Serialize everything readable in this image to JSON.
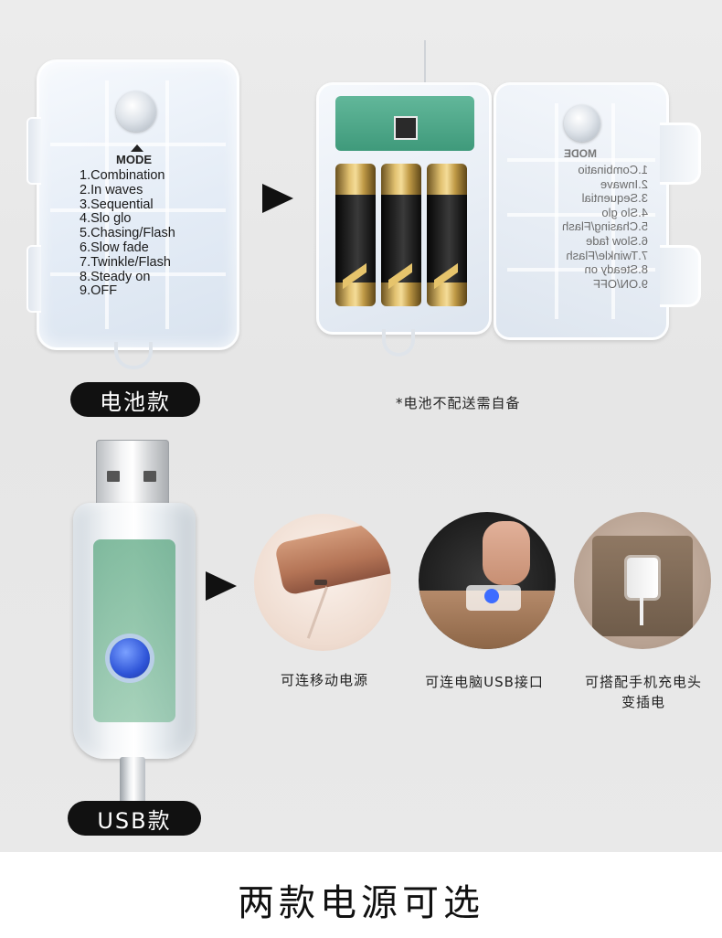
{
  "battery_box": {
    "mode_title": "MODE",
    "modes": [
      "1.Combination",
      "2.In waves",
      "3.Sequential",
      "4.Slo glo",
      "5.Chasing/Flash",
      "6.Slow fade",
      "7.Twinkle/Flash",
      "8.Steady on",
      "9.OFF"
    ],
    "mirrored_mode_title": "MODE",
    "mirrored_modes": [
      "1.Combinatio",
      "2.Inwave",
      "3.Sequential",
      "4.Slo glo",
      "5.Chasing/Flash",
      "6.Slow fade",
      "7.Twinkle/Flash",
      "8.Steady on",
      "9.ON/OFF"
    ]
  },
  "labels": {
    "battery_type": "电池款",
    "battery_note": "*电池不配送需自备",
    "usb_type": "USB款"
  },
  "usb_options": [
    {
      "caption_line1": "可连移动电源",
      "caption_line2": ""
    },
    {
      "caption_line1": "可连电脑USB接口",
      "caption_line2": ""
    },
    {
      "caption_line1": "可搭配手机充电头",
      "caption_line2": "变插电"
    }
  ],
  "footer": {
    "title": "两款电源可选"
  },
  "colors": {
    "panel_bg": "#e9e9e9",
    "pill_bg": "#111111",
    "usb_button": "#2f55d8"
  }
}
